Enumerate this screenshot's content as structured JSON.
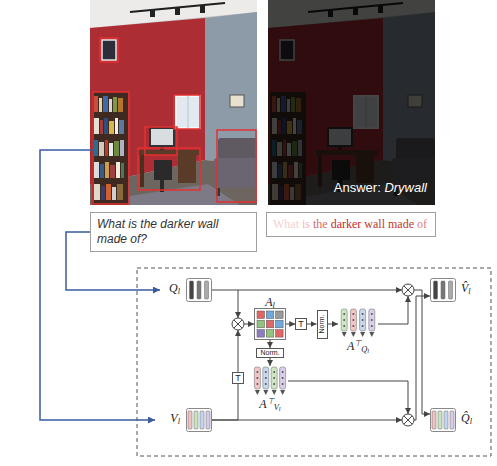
{
  "diagram": {
    "nodes": [
      {
        "text": [
          "What is the darker wall made of?"
        ]
      },
      {
        "text": [
          "What is the darker wall made of"
        ]
      },
      {
        "text": [
          "Ql"
        ]
      },
      {
        "text": [
          "Vl"
        ]
      },
      {
        "text": [
          "Al"
        ]
      },
      {
        "text": [
          "T"
        ]
      },
      {
        "text": [
          "Norm."
        ]
      },
      {
        "text": [
          "A⊤Ql"
        ]
      },
      {
        "text": [
          "Norm."
        ]
      },
      {
        "text": [
          "A⊤Vl"
        ]
      },
      {
        "text": [
          "T"
        ]
      },
      {
        "text": [
          "V̂l"
        ]
      },
      {
        "text": [
          "Q̂l"
        ]
      }
    ],
    "edges": [
      {
        "from": 0,
        "to": 2,
        "arrow": "to"
      },
      {
        "from": 4,
        "to": 5,
        "arrow": "to"
      },
      {
        "from": 5,
        "to": 6,
        "arrow": "to"
      },
      {
        "from": 6,
        "to": 7,
        "arrow": "to"
      },
      {
        "from": 4,
        "to": 8,
        "arrow": "to"
      },
      {
        "from": 8,
        "to": 9,
        "arrow": "to"
      },
      {
        "from": 3,
        "to": 10,
        "arrow": "none"
      }
    ],
    "labels": [
      "Answer: Drywall"
    ]
  }
}
